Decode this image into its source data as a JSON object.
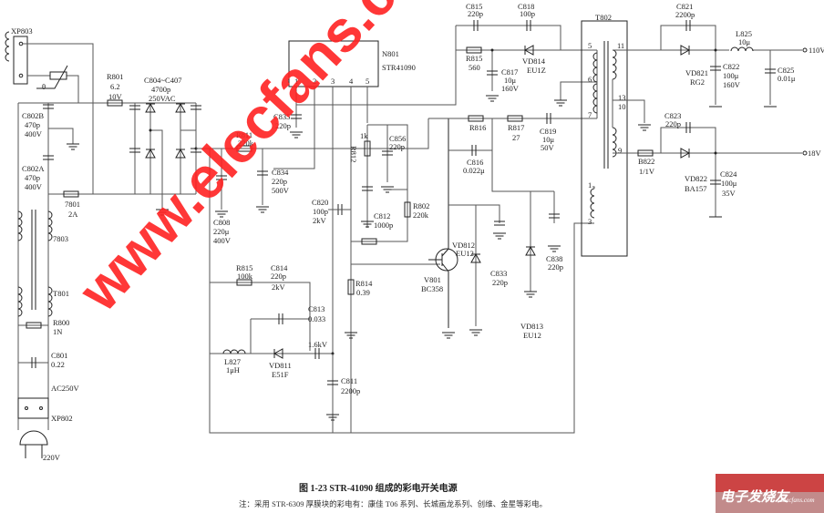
{
  "labels": {
    "xp803": "XP803",
    "theta": "θ",
    "r801": [
      "R801",
      "6.2",
      "10V"
    ],
    "c804": [
      "C804~C407",
      "4700p",
      "250VAC"
    ],
    "c802b": [
      "C802B",
      "470p",
      "400V"
    ],
    "c802a": [
      "C802A",
      "470p",
      "400V"
    ],
    "f7801": [
      "7801",
      "2A"
    ],
    "t7803": "7803",
    "t801": "T801",
    "r800": [
      "R800",
      "1N"
    ],
    "c801": [
      "C801",
      "0.22"
    ],
    "ac250": "AC250V",
    "xp802": "XP802",
    "v220": "220V",
    "r811": [
      "R811",
      "220k"
    ],
    "c835": [
      "C835",
      "220p"
    ],
    "c834": [
      "C834",
      "220p",
      "500V"
    ],
    "c808": [
      "C808",
      "220μ",
      "400V"
    ],
    "n801": [
      "N801",
      "STR41090"
    ],
    "pins": [
      "1",
      "2",
      "3",
      "4",
      "5"
    ],
    "c815": [
      "C815",
      "220p"
    ],
    "c818": [
      "C818",
      "100p"
    ],
    "r815a": [
      "R815",
      "560"
    ],
    "c817": [
      "C817",
      "10μ",
      "160V"
    ],
    "vd814": [
      "VD814",
      "EU1Z"
    ],
    "r812": [
      "R812",
      "1k"
    ],
    "c856": [
      "C856",
      "220p"
    ],
    "c812": [
      "C812",
      "1000p"
    ],
    "r802": [
      "R802",
      "220k"
    ],
    "c820": [
      "C820",
      "100p",
      "2kV"
    ],
    "r816": "R816",
    "r817": [
      "R817",
      "27"
    ],
    "c819": [
      "C819",
      "10μ",
      "50V"
    ],
    "c816": [
      "C816",
      "0.022μ"
    ],
    "vd812": [
      "VD812",
      "EU12"
    ],
    "v801": [
      "V801",
      "BC358"
    ],
    "c833": [
      "C833",
      "220p"
    ],
    "c838": [
      "C838",
      "220p"
    ],
    "vd813": [
      "VD813",
      "EU12"
    ],
    "r814": [
      "R814",
      "0.39"
    ],
    "r815b": [
      "R815",
      "100k"
    ],
    "c814": [
      "C814",
      "220p",
      "2kV"
    ],
    "c813": [
      "C813",
      "0.033"
    ],
    "kv16": "1.6kV",
    "l827": [
      "L827",
      "1μH"
    ],
    "vd811": [
      "VD811",
      "E51F"
    ],
    "c811": [
      "C811",
      "2200p"
    ],
    "t802": "T802",
    "tpins": [
      "5",
      "6",
      "7",
      "11",
      "13",
      "10",
      "9",
      "1",
      "3"
    ],
    "c821": [
      "C821",
      "2200p"
    ],
    "l825": [
      "L825",
      "10μ"
    ],
    "vd821": [
      "VD821",
      "RG2"
    ],
    "c822": [
      "C822",
      "100μ",
      "160V"
    ],
    "c825": [
      "C825",
      "0.01μ"
    ],
    "out110": "110V",
    "c823": [
      "C823",
      "220p"
    ],
    "b822": [
      "B822",
      "1/1V"
    ],
    "vd822": [
      "VD822",
      "BA157"
    ],
    "c824": [
      "C824",
      "100μ",
      "35V"
    ],
    "out18": "18V"
  },
  "caption": {
    "title": "图 1-23   STR-41090 组成的彩电开关电源",
    "note": "注：采用 STR-6309 厚膜块的彩电有：康佳 T06 系列、长城画龙系列、创维、金星等彩电。"
  },
  "watermark": {
    "text": "www.elecfans.com",
    "logo": "电子发烧友",
    "logo_sub": "Elecfans.com",
    "color": "#ff2222"
  }
}
